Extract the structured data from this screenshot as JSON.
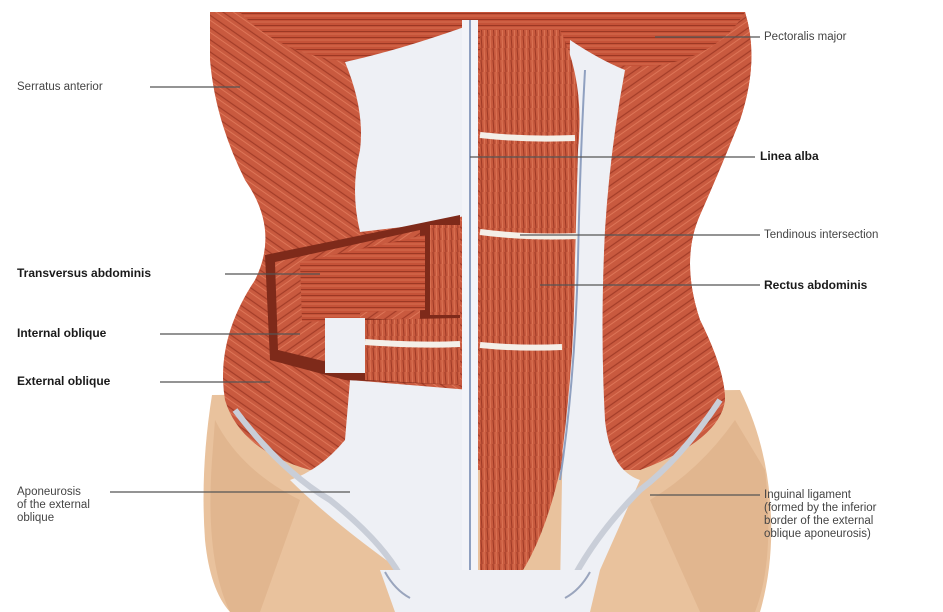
{
  "labels": {
    "pectoralis_major": "Pectoralis major",
    "serratus_anterior": "Serratus anterior",
    "linea_alba": "Linea alba",
    "tendinous_intersection": "Tendinous intersection",
    "transversus_abdominis": "Transversus abdominis",
    "rectus_abdominis": "Rectus abdominis",
    "internal_oblique": "Internal oblique",
    "external_oblique": "External oblique",
    "aponeurosis": [
      "Aponeurosis",
      "of the external",
      "oblique"
    ],
    "inguinal_ligament": [
      "Inguinal ligament",
      "(formed by the inferior",
      "border of the external",
      "oblique aponeurosis)"
    ]
  },
  "colors": {
    "muscle": "#c8553a",
    "muscle_dark": "#a63d28",
    "aponeurosis": "#eceef4",
    "skin": "#e8c09a",
    "leader_line": "#555555"
  }
}
